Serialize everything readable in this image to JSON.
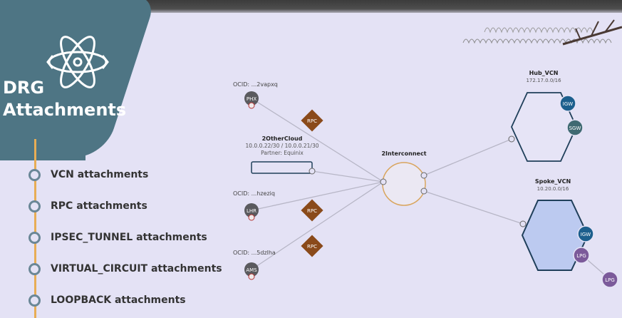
{
  "title": {
    "line1": "DRG",
    "line2": "Attachments"
  },
  "timeline": [
    "VCN attachments",
    "RPC attachments",
    "IPSEC_TUNNEL attachments",
    "VIRTUAL_CIRCUIT attachments",
    "LOOPBACK attachments"
  ],
  "regions": [
    {
      "ocid": "OCID: ...2vapxq",
      "code": "PHX"
    },
    {
      "ocid": "OCID: ...hzeziq",
      "code": "LHR"
    },
    {
      "ocid": "OCID: ...5dzlha",
      "code": "AMS"
    }
  ],
  "rpc_label": "RPC",
  "other_cloud": {
    "name": "2OtherCloud",
    "ips": "10.0.0.22/30 / 10.0.0.21/30",
    "partner": "Partner: Equinix"
  },
  "drg": {
    "name": "2Interconnect"
  },
  "hub_vcn": {
    "name": "Hub_VCN",
    "cidr": "172.17.0.0/16",
    "gateways": [
      "IGW",
      "SGW"
    ]
  },
  "spoke_vcn": {
    "name": "Spoke_VCN",
    "cidr": "10.20.0.0/16",
    "gateways": [
      "IGW",
      "LPG"
    ]
  },
  "external_lpg": "LPG",
  "colors": {
    "background": "#e4e2f5",
    "title_card": "#4e7584",
    "timeline": "#e8ad55",
    "rpc_diamond": "#8a4a1a",
    "drg_ring": "#d9a55d",
    "vcn_outline": "#1f3f5a",
    "spoke_fill": "#bccaf0",
    "gateway_blue": "#1c5f8d",
    "gateway_teal": "#3f6a72",
    "lpg_purple": "#7b5a9a",
    "region_gray": "#5a5a5e"
  }
}
